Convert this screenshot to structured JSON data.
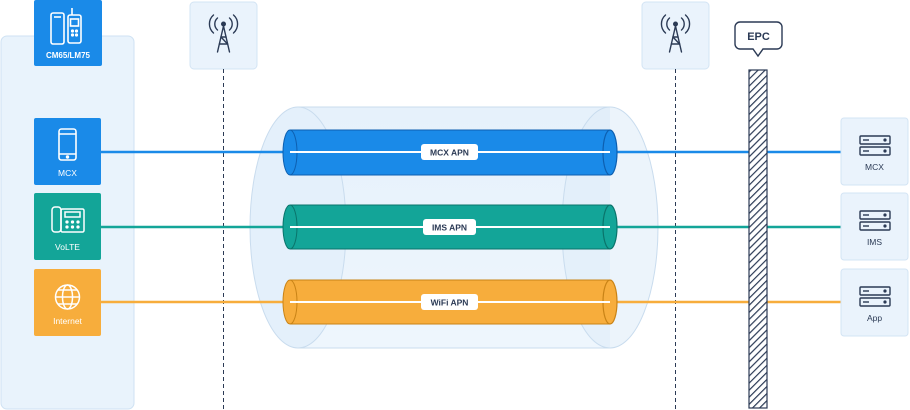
{
  "device": {
    "label": "CM65/LM75"
  },
  "services": [
    {
      "id": "mcx",
      "label": "MCX",
      "color": "#1a8ae8"
    },
    {
      "id": "volte",
      "label": "VoLTE",
      "color": "#13a598"
    },
    {
      "id": "internet",
      "label": "Internet",
      "color": "#f7ad3c"
    }
  ],
  "tunnels": [
    {
      "label": "MCX APN",
      "color": "#1a8ae8"
    },
    {
      "label": "IMS APN",
      "color": "#13a598"
    },
    {
      "label": "WiFi APN",
      "color": "#f7ad3c"
    }
  ],
  "epc": {
    "label": "EPC"
  },
  "servers": [
    {
      "label": "MCX"
    },
    {
      "label": "IMS"
    },
    {
      "label": "App"
    }
  ],
  "icons": {
    "device": "handsets-icon",
    "tower": "cell-tower-icon",
    "mcx": "smartphone-icon",
    "volte": "desk-phone-icon",
    "internet": "globe-icon",
    "server": "server-icon"
  }
}
